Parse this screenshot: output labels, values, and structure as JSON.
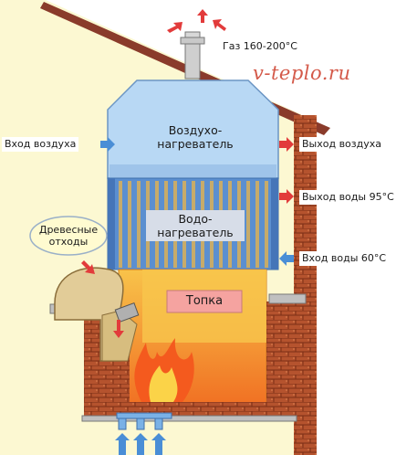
{
  "watermark": "v-teplo.ru",
  "labels": {
    "gas_out": "Газ 160-200°С",
    "air_in": "Вход воздуха",
    "air_out": "Выход воздуха",
    "water_out": "Выход воды 95°С",
    "water_in": "Вход воды 60°С",
    "wood_waste_line1": "Древесные",
    "wood_waste_line2": "отходы",
    "air_heater_line1": "Воздухо-",
    "air_heater_line2": "нагреватель",
    "water_heater_line1": "Водо-",
    "water_heater_line2": "нагреватель",
    "firebox": "Топка"
  },
  "colors": {
    "air_section": "#b8d8f4",
    "water_section": "#5b8fd0",
    "firebox": "#f6a623",
    "firebox_label_bg": "#f5a3a0",
    "brick": "#b5532e",
    "wall": "#fcf8d2",
    "roof": "#8a3b2b",
    "arrow_red": "#e23b3b",
    "arrow_blue": "#4a8ed6"
  }
}
